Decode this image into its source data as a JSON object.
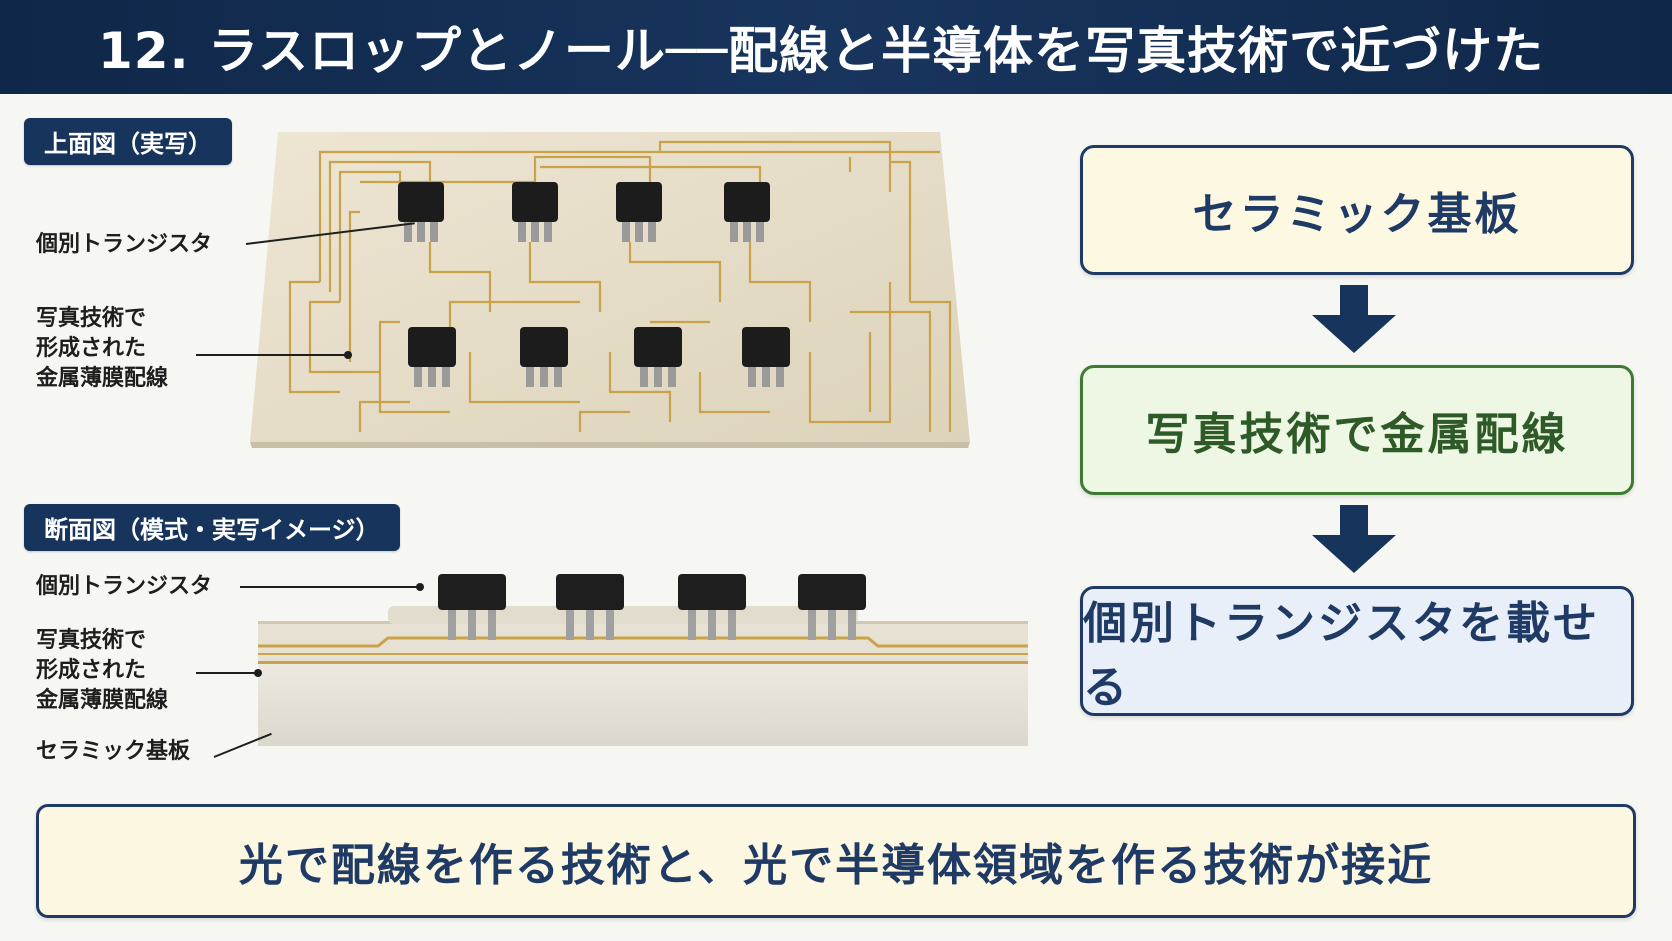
{
  "header": {
    "title": "12. ラスロップとノール──配線と半導体を写真技術で近づけた"
  },
  "top_view": {
    "tag": "上面図（実写）",
    "labels": {
      "transistor": "個別トランジスタ",
      "wiring": "写真技術で\n形成された\n金属薄膜配線"
    }
  },
  "cross_section": {
    "tag": "断面図（模式・実写イメージ）",
    "labels": {
      "transistor": "個別トランジスタ",
      "wiring": "写真技術で\n形成された\n金属薄膜配線",
      "substrate": "セラミック基板"
    }
  },
  "flow": {
    "steps": [
      "セラミック基板",
      "写真技術で金属配線",
      "個別トランジスタを載せる"
    ]
  },
  "summary": {
    "text": "光で配線を作る技術と、光で半導体領域を作る技術が接近"
  },
  "colors": {
    "navy": "#17345c",
    "green": "#3e7a32",
    "gold_trace": "#c9a24a",
    "ceramic": "#e8dfca"
  }
}
